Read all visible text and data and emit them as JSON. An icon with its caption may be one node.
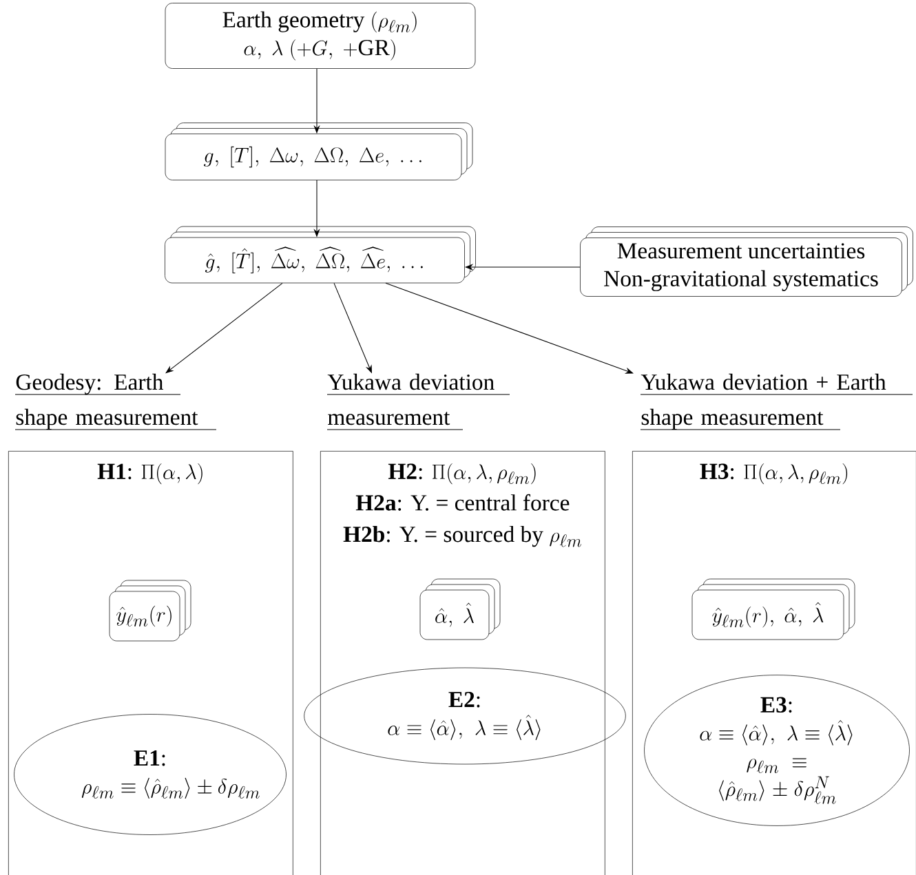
{
  "diagram": {
    "nodes": [
      {
        "text": [
          "\\text{Earth geometry }(\\rho_{\\ell m})",
          "\\alpha,\\ \\lambda\\ (+G,\\ +\\mathrm{GR})"
        ]
      },
      {
        "text": [
          "g,\\ [T],\\ \\Delta\\omega,\\ \\Delta\\Omega,\\ \\Delta e,\\ \\ldots"
        ]
      },
      {
        "text": [
          "\\hat{g},\\ [\\hat{T}],\\ \\widehat{\\Delta\\omega},\\ \\widehat{\\Delta\\Omega},\\ \\widehat{\\Delta e},\\ \\ldots"
        ]
      },
      {
        "text": [
          "Measurement uncertainties",
          "Non-gravitational systematics"
        ]
      },
      {
        "text": [
          "Geodesy: Earth shape measurement"
        ]
      },
      {
        "text": [
          "Yukawa deviation measurement"
        ]
      },
      {
        "text": [
          "Yukawa deviation + Earth shape measurement"
        ]
      },
      {
        "text": [
          "\\mathbf{H1}\\text{: }\\Pi(\\alpha,\\lambda)"
        ]
      },
      {
        "text": [
          "\\hat{y}_{\\ell m}(r)"
        ],
        "in": 7
      },
      {
        "text": [
          "\\mathbf{E1}\\text{:}",
          "\\rho_{\\ell m}\\equiv \\langle\\hat{\\rho}_{\\ell m}\\rangle\\pm\\delta\\rho_{\\ell m}"
        ],
        "in": 7
      },
      {
        "text": [
          "\\mathbf{H2}\\text{: }\\Pi(\\alpha,\\lambda,\\rho_{\\ell m})",
          "\\mathbf{H2a}\\text{: Y. = central force}",
          "\\mathbf{H2b}\\text{: Y. = sourced by }\\rho_{\\ell m}"
        ]
      },
      {
        "text": [
          "\\hat{\\alpha},\\ \\hat{\\lambda}"
        ],
        "in": 10
      },
      {
        "text": [
          "\\mathbf{E2}\\text{:}",
          "\\alpha\\equiv\\langle\\hat{\\alpha}\\rangle,\\ \\lambda\\equiv\\langle\\hat{\\lambda}\\rangle"
        ],
        "in": 10
      },
      {
        "text": [
          "\\mathbf{H3}\\text{: }\\Pi(\\alpha,\\lambda,\\rho_{\\ell m})"
        ]
      },
      {
        "text": [
          "\\hat{y}_{\\ell m}(r),\\ \\hat{\\alpha},\\ \\hat{\\lambda}"
        ],
        "in": 13
      },
      {
        "text": [
          "\\mathbf{E3}\\text{:}",
          "\\alpha\\equiv\\langle\\hat{\\alpha}\\rangle,\\ \\lambda\\equiv\\langle\\hat{\\lambda}\\rangle",
          "\\rho_{\\ell m}\\equiv \\langle\\hat{\\rho}_{\\ell m}\\rangle\\pm\\delta\\rho^{N}_{\\ell m}"
        ],
        "in": 13
      }
    ],
    "edges": [
      {
        "from": 0,
        "to": 1,
        "arrow": "to"
      },
      {
        "from": 1,
        "to": 2,
        "arrow": "to"
      },
      {
        "from": 3,
        "to": 2,
        "arrow": "to"
      },
      {
        "from": 2,
        "to": 4,
        "arrow": "to"
      },
      {
        "from": 2,
        "to": 5,
        "arrow": "to"
      },
      {
        "from": 2,
        "to": 6,
        "arrow": "to"
      }
    ]
  }
}
